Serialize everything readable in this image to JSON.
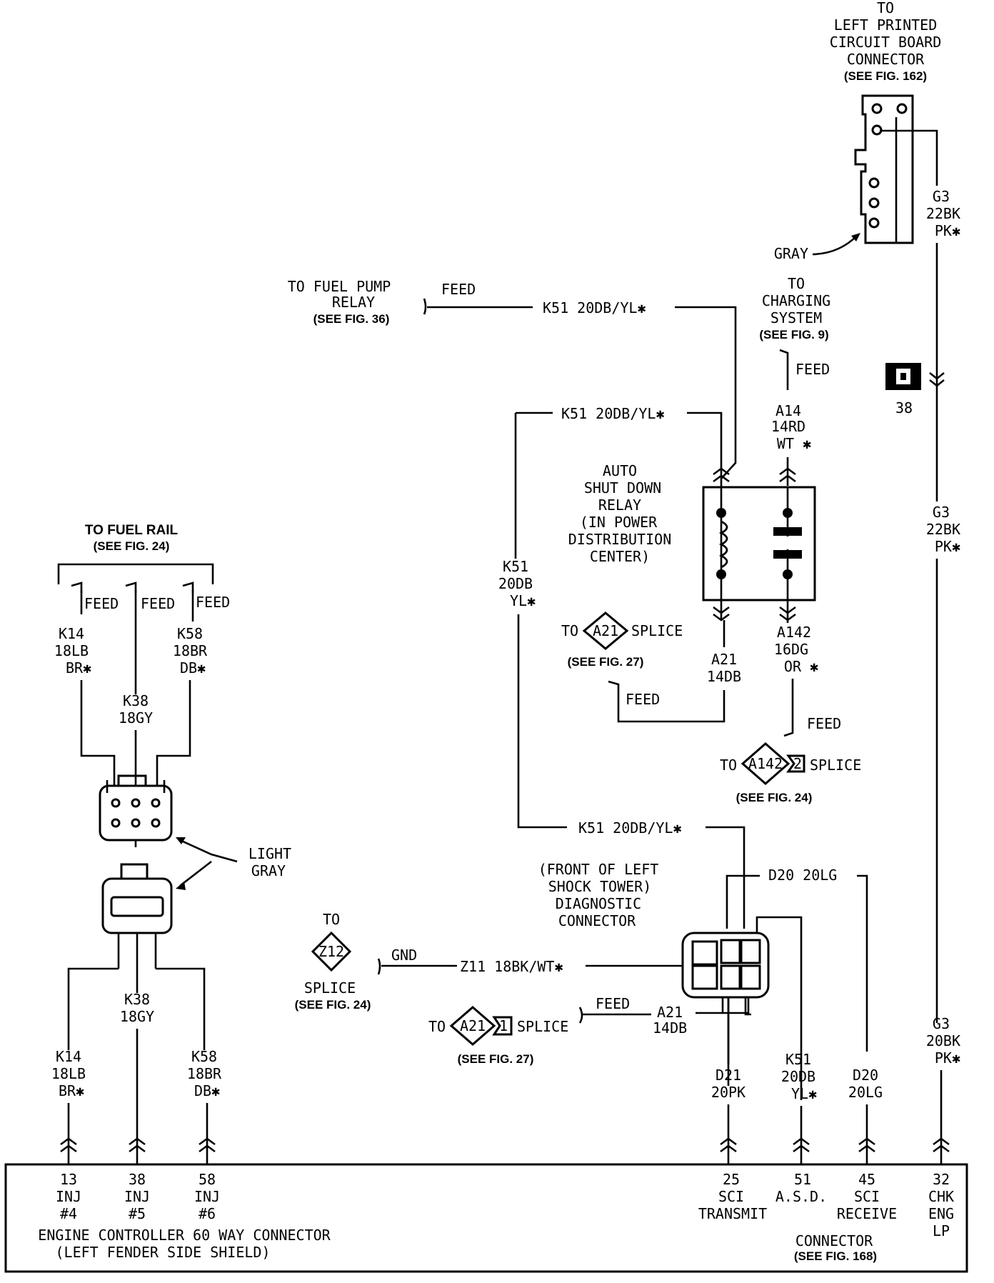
{
  "top_connector": {
    "to": "TO",
    "l1": "LEFT PRINTED",
    "l2": "CIRCUIT BOARD",
    "l3": "CONNECTOR",
    "ref": "(SEE FIG. 162)",
    "color": "GRAY"
  },
  "wire_g3_top": {
    "a": "G3",
    "b": "22BK",
    "c": "PK✱"
  },
  "ground_marker": "38",
  "wire_g3_mid": {
    "a": "G3",
    "b": "22BK",
    "c": "PK✱"
  },
  "wire_g3_bottom": {
    "a": "G3",
    "b": "20BK",
    "c": "PK✱"
  },
  "fuel_pump": {
    "l1": "TO FUEL PUMP",
    "l2": "RELAY",
    "ref": "(SEE FIG. 36)",
    "feed": "FEED",
    "wire": "K51  20DB/YL✱"
  },
  "charging": {
    "to": "TO",
    "l1": "CHARGING",
    "l2": "SYSTEM",
    "ref": "(SEE FIG. 9)",
    "feed": "FEED",
    "wire_a": "A14",
    "wire_b": "14RD",
    "wire_c": "WT ✱"
  },
  "k51_upper": "K51  20DB/YL✱",
  "k51_vertical": {
    "a": "K51",
    "b": "20DB",
    "c": "YL✱"
  },
  "relay": {
    "l1": "AUTO",
    "l2": "SHUT DOWN",
    "l3": "RELAY",
    "l4": "(IN POWER",
    "l5": "DISTRIBUTION",
    "l6": "CENTER)"
  },
  "a21_splice_top": {
    "to": "TO",
    "id": "A21",
    "word": "SPLICE",
    "ref": "(SEE FIG. 27)",
    "feed": "FEED",
    "wire_a": "A21",
    "wire_b": "14DB"
  },
  "a142": {
    "wire_a": "A142",
    "wire_b": "16DG",
    "wire_c": "OR ✱",
    "feed": "FEED",
    "to": "TO",
    "id": "A142",
    "num": "2",
    "word": "SPLICE",
    "ref": "(SEE FIG. 24)"
  },
  "fuel_rail": {
    "title": "TO FUEL RAIL",
    "ref": "(SEE FIG. 24)",
    "feed1": "FEED",
    "feed2": "FEED",
    "feed3": "FEED"
  },
  "k14_top": {
    "a": "K14",
    "b": "18LB",
    "c": "BR✱"
  },
  "k38_top": {
    "a": "K38",
    "b": "18GY"
  },
  "k58_top": {
    "a": "K58",
    "b": "18BR",
    "c": "DB✱"
  },
  "connector_color": {
    "l1": "LIGHT",
    "l2": "GRAY"
  },
  "k14_bot": {
    "a": "K14",
    "b": "18LB",
    "c": "BR✱"
  },
  "k38_bot": {
    "a": "K38",
    "b": "18GY"
  },
  "k58_bot": {
    "a": "K58",
    "b": "18BR",
    "c": "DB✱"
  },
  "k51_lower": "K51  20DB/YL✱",
  "d20_label": "D20  20LG",
  "diag": {
    "l1": "(FRONT OF LEFT",
    "l2": "SHOCK TOWER)",
    "l3": "DIAGNOSTIC",
    "l4": "CONNECTOR"
  },
  "z12": {
    "to": "TO",
    "id": "Z12",
    "word": "SPLICE",
    "ref": "(SEE FIG. 24)",
    "gnd": "GND",
    "wire": "Z11  18BK/WT✱"
  },
  "a21_splice_bot": {
    "to": "TO",
    "id": "A21",
    "num": "1",
    "word": "SPLICE",
    "ref": "(SEE FIG. 27)",
    "feed": "FEED",
    "wire_a": "A21",
    "wire_b": "14DB"
  },
  "d21": {
    "a": "D21",
    "b": "20PK"
  },
  "k51_bot": {
    "a": "K51",
    "b": "20DB",
    "c": "YL✱"
  },
  "d20_bot": {
    "a": "D20",
    "b": "20LG"
  },
  "ecm": {
    "pins_left": [
      {
        "num": "13",
        "l1": "INJ",
        "l2": "#4"
      },
      {
        "num": "38",
        "l1": "INJ",
        "l2": "#5"
      },
      {
        "num": "58",
        "l1": "INJ",
        "l2": "#6"
      }
    ],
    "pins_right": [
      {
        "num": "25",
        "l1": "SCI",
        "l2": "TRANSMIT"
      },
      {
        "num": "51",
        "l1": "A.S.D.",
        "l2": ""
      },
      {
        "num": "45",
        "l1": "SCI",
        "l2": "RECEIVE"
      },
      {
        "num": "32",
        "l1": "CHK",
        "l2": "ENG",
        "l3": "LP"
      }
    ],
    "title1": "ENGINE CONTROLLER 60 WAY CONNECTOR",
    "title2": "(LEFT FENDER SIDE SHIELD)",
    "conn": "CONNECTOR",
    "conn_ref": "(SEE FIG. 168)"
  }
}
